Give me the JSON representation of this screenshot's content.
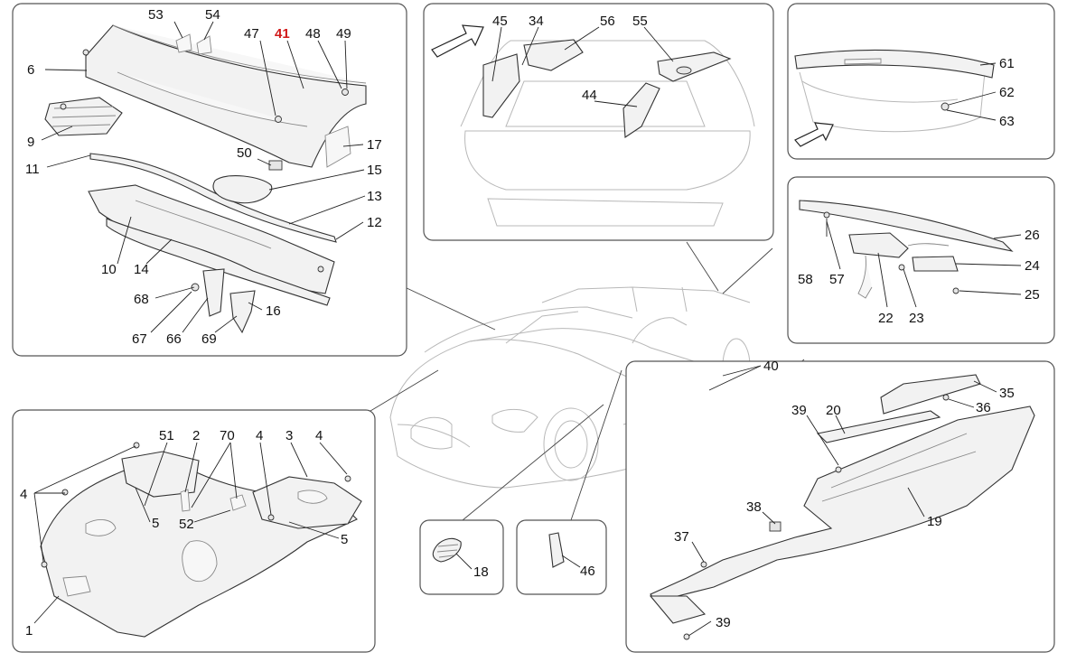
{
  "labels": {
    "p1": "1",
    "p2": "2",
    "p3": "3",
    "p4a": "4",
    "p4b": "4",
    "p4c": "4",
    "p5a": "5",
    "p5b": "5",
    "p6": "6",
    "p9": "9",
    "p10": "10",
    "p11": "11",
    "p12": "12",
    "p13": "13",
    "p14": "14",
    "p15": "15",
    "p16": "16",
    "p17": "17",
    "p18": "18",
    "p19": "19",
    "p20": "20",
    "p22": "22",
    "p23": "23",
    "p24": "24",
    "p25": "25",
    "p26": "26",
    "p34": "34",
    "p35": "35",
    "p36": "36",
    "p37": "37",
    "p38": "38",
    "p39a": "39",
    "p39b": "39",
    "p40": "40",
    "p41": "41",
    "p44": "44",
    "p45": "45",
    "p46": "46",
    "p47": "47",
    "p48": "48",
    "p49": "49",
    "p50": "50",
    "p51": "51",
    "p52": "52",
    "p53": "53",
    "p54": "54",
    "p55": "55",
    "p56": "56",
    "p57": "57",
    "p58": "58",
    "p61": "61",
    "p62": "62",
    "p63": "63",
    "p66": "66",
    "p67": "67",
    "p68": "68",
    "p69": "69",
    "p70": "70"
  },
  "colors": {
    "highlight": "#d11a1a",
    "line": "#222222",
    "panel_border": "#555555",
    "car_outline": "#b8b8b8"
  }
}
